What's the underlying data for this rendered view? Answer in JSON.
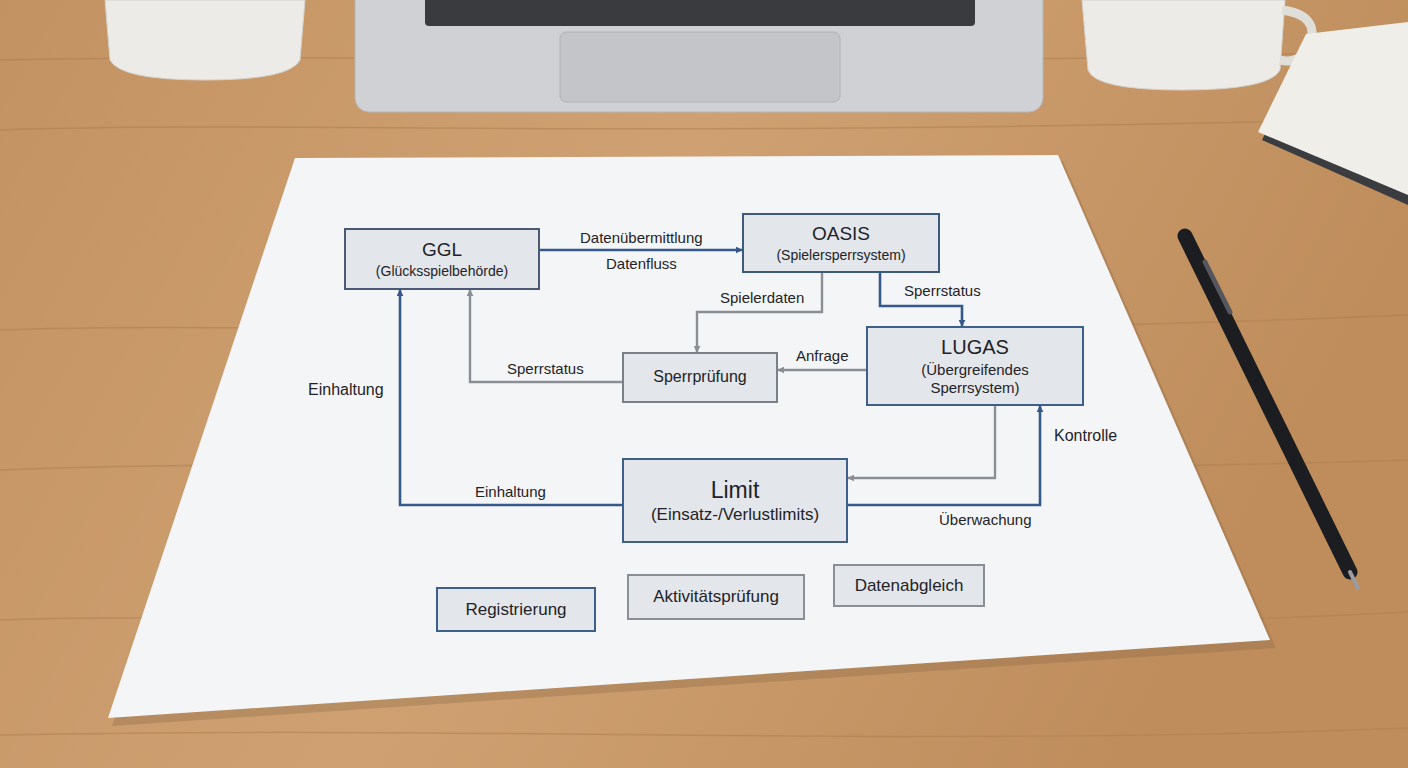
{
  "diagram": {
    "nodes": [
      {
        "text": [
          "GGL",
          "(Glücksspielbehörde)"
        ]
      },
      {
        "text": [
          "OASIS",
          "(Spielersperrsystem)"
        ]
      },
      {
        "text": [
          "Sperrprüfung"
        ]
      },
      {
        "text": [
          "LUGAS",
          "(Übergreifendes Sperrsystem)"
        ]
      },
      {
        "text": [
          "Limit",
          "(Einsatz-/Verlustlimits)"
        ]
      },
      {
        "text": [
          "Registrierung"
        ]
      },
      {
        "text": [
          "Aktivitätsprüfung"
        ]
      },
      {
        "text": [
          "Datenabgleich"
        ]
      }
    ],
    "edges": [
      {
        "from": 0,
        "to": 1,
        "arrow": "to",
        "label": "Datenübermittlung"
      },
      {
        "from": 1,
        "to": 2,
        "arrow": "to",
        "label": "Spielerdaten"
      },
      {
        "from": 1,
        "to": 3,
        "arrow": "to",
        "label": "Sperrstatus"
      },
      {
        "from": 3,
        "to": 2,
        "arrow": "to",
        "label": "Anfrage"
      },
      {
        "from": 2,
        "to": 0,
        "arrow": "to",
        "label": "Sperrstatus"
      },
      {
        "from": 3,
        "to": 4,
        "arrow": "to"
      },
      {
        "from": 4,
        "to": 3,
        "arrow": "to",
        "label": "Überwachung"
      },
      {
        "from": 4,
        "to": 0,
        "arrow": "to",
        "label": "Einhaltung"
      }
    ],
    "labels": [
      "Datenfluss",
      "Kontrolle",
      "Einhaltung"
    ]
  }
}
